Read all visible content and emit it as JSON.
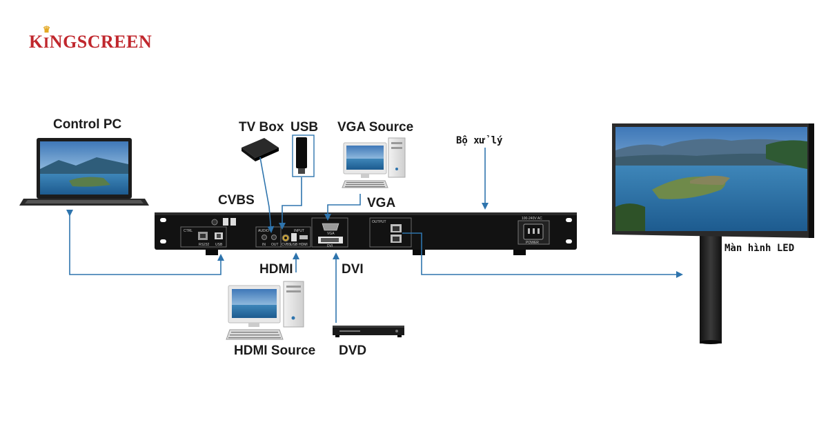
{
  "logo": {
    "text_first": "K",
    "text_i": "I",
    "text_rest": "NGSCREEN"
  },
  "labels": {
    "control_pc": "Control PC",
    "tv_box": "TV Box",
    "usb": "USB",
    "vga_source": "VGA Source",
    "bo_xu_ly": "Bộ xử lý",
    "cvbs": "CVBS",
    "vga": "VGA",
    "hdmi": "HDMI",
    "dvi": "DVI",
    "hdmi_source": "HDMI Source",
    "dvd": "DVD",
    "man_hinh_led": "Màn hình LED"
  },
  "panel": {
    "ctrl": "CTRL",
    "rs232": "RS232",
    "usb": "USB",
    "audio": "AUDIO",
    "in": "IN",
    "out": "OUT",
    "input": "INPUT",
    "cvbs": "CVBS",
    "usb2": "USB",
    "hdmi": "HDMI",
    "vga": "VGA",
    "dvi": "DVI",
    "output": "OUTPUT",
    "power_spec": "100-240V AC",
    "power": "POWER"
  },
  "colors": {
    "connector_line": "#2e74ad",
    "brand_red": "#c0272d",
    "device_black": "#111111"
  }
}
